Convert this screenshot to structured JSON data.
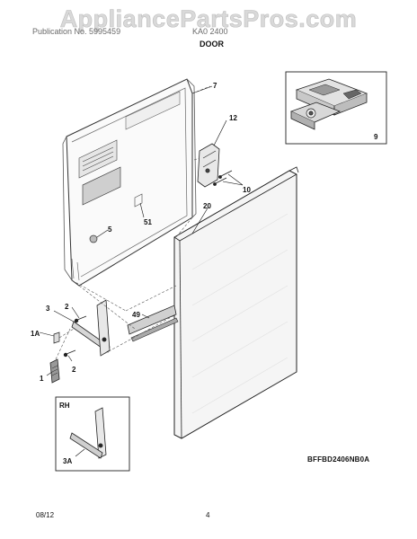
{
  "watermark": "AppliancePartsPros.com",
  "header": {
    "left_text": "Publication No. 5995459",
    "right_text": "KA0 2400"
  },
  "section_title": "DOOR",
  "callouts": {
    "c7": "7",
    "c12": "12",
    "c9": "9",
    "c10": "10",
    "c20": "20",
    "c51": "51",
    "c5": "5",
    "c49": "49",
    "c3": "3",
    "c2a": "2",
    "c1A": "1A",
    "c2b": "2",
    "c1": "1",
    "inset_rh": "RH",
    "inset_3A": "3A"
  },
  "drawing_code": "BFFBD2406NB0A",
  "footer": {
    "date": "08/12",
    "page": "4"
  }
}
